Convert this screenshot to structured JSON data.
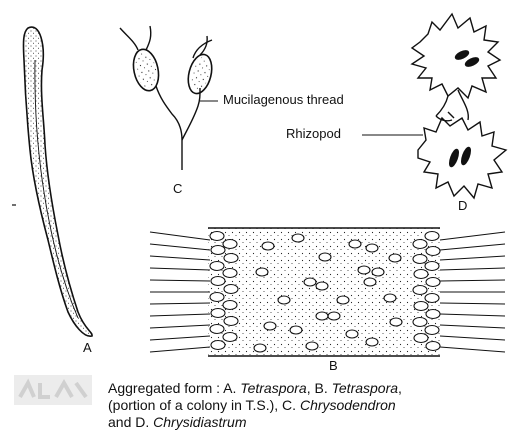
{
  "labels": {
    "a": "A",
    "b": "B",
    "c": "C",
    "d": "D",
    "mucilagenous_thread": "Mucilagenous thread",
    "rhizopod": "Rhizopod"
  },
  "caption": {
    "line1_prefix": "Aggregated form : A. ",
    "line1_genus1": "Tetraspora",
    "line1_mid": ", B. ",
    "line1_genus2": "Tetraspora",
    "line1_end": ",",
    "line2_prefix": "(portion of a colony in T.S.), C. ",
    "line2_genus": "Chrysodendron",
    "line3_prefix": "and D. ",
    "line3_genus": "Chrysidiastrum"
  },
  "colors": {
    "ink": "#111111",
    "background": "#ffffff",
    "smudge": "#d9d9d9"
  }
}
